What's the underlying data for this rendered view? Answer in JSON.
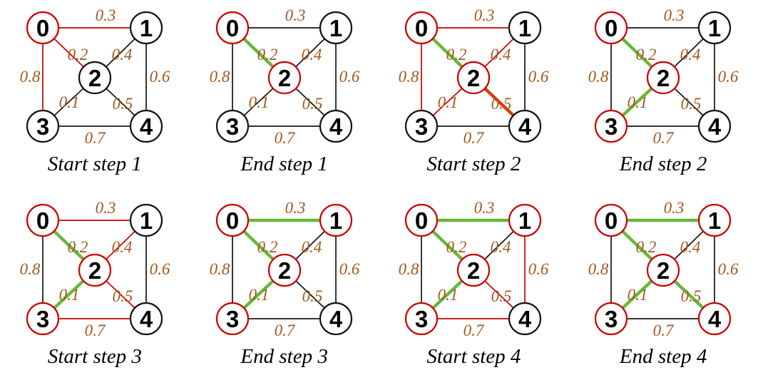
{
  "palette": {
    "background": "#ffffff",
    "edge_black": "#141414",
    "edge_red": "#cc0000",
    "edge_green": "#68b73a",
    "edge_highlight": "#dd3a00",
    "node_outline_black": "#141414",
    "node_outline_red": "#cc0000",
    "node_fill": "#ffffff",
    "node_digit": "#000000",
    "weight_label": "#a5571d",
    "caption": "#000000"
  },
  "graph": {
    "node_labels": [
      "0",
      "1",
      "2",
      "3",
      "4"
    ],
    "edges": [
      {
        "id": "0-1",
        "from": "0",
        "to": "1",
        "weight": "0.3"
      },
      {
        "id": "0-2",
        "from": "0",
        "to": "2",
        "weight": "0.2"
      },
      {
        "id": "1-2",
        "from": "1",
        "to": "2",
        "weight": "0.4"
      },
      {
        "id": "0-3",
        "from": "0",
        "to": "3",
        "weight": "0.8"
      },
      {
        "id": "1-4",
        "from": "1",
        "to": "4",
        "weight": "0.6"
      },
      {
        "id": "2-3",
        "from": "2",
        "to": "3",
        "weight": "0.1"
      },
      {
        "id": "2-4",
        "from": "2",
        "to": "4",
        "weight": "0.5"
      },
      {
        "id": "3-4",
        "from": "3",
        "to": "4",
        "weight": "0.7"
      }
    ]
  },
  "panels": [
    {
      "caption": "Start step 1",
      "red_nodes": [
        "0"
      ],
      "green_edges": [],
      "red_edges": [
        "0-1",
        "0-2",
        "0-3"
      ],
      "highlight_edges": []
    },
    {
      "caption": "End step 1",
      "red_nodes": [
        "0",
        "2"
      ],
      "green_edges": [
        "0-2"
      ],
      "red_edges": [],
      "highlight_edges": []
    },
    {
      "caption": "Start step 2",
      "red_nodes": [
        "0",
        "2"
      ],
      "green_edges": [
        "0-2"
      ],
      "red_edges": [
        "0-1",
        "0-3",
        "1-2",
        "2-3"
      ],
      "highlight_edges": [
        "2-4"
      ]
    },
    {
      "caption": "End step 2",
      "red_nodes": [
        "0",
        "2",
        "3"
      ],
      "green_edges": [
        "0-2",
        "2-3"
      ],
      "red_edges": [],
      "highlight_edges": []
    },
    {
      "caption": "Start step 3",
      "red_nodes": [
        "0",
        "2",
        "3"
      ],
      "green_edges": [
        "0-2",
        "2-3"
      ],
      "red_edges": [
        "0-1",
        "1-2",
        "2-4",
        "3-4"
      ],
      "highlight_edges": []
    },
    {
      "caption": "End step 3",
      "red_nodes": [
        "0",
        "1",
        "2",
        "3"
      ],
      "green_edges": [
        "0-1",
        "0-2",
        "2-3"
      ],
      "red_edges": [],
      "highlight_edges": []
    },
    {
      "caption": "Start step 4",
      "red_nodes": [
        "0",
        "1",
        "2",
        "3"
      ],
      "green_edges": [
        "0-1",
        "0-2",
        "2-3"
      ],
      "red_edges": [
        "1-4",
        "2-4",
        "3-4"
      ],
      "highlight_edges": []
    },
    {
      "caption": "End step 4",
      "red_nodes": [
        "0",
        "1",
        "2",
        "3",
        "4"
      ],
      "green_edges": [
        "0-1",
        "0-2",
        "2-3",
        "2-4"
      ],
      "red_edges": [],
      "highlight_edges": []
    }
  ]
}
